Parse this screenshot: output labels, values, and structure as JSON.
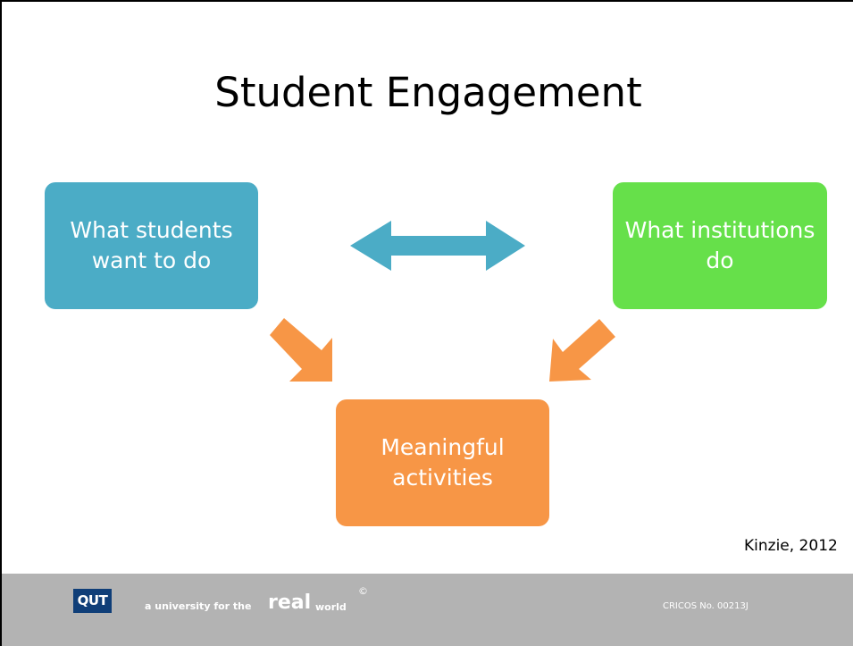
{
  "slide": {
    "title": "Student Engagement"
  },
  "diagram": {
    "nodes": {
      "students": "What students want to do",
      "institutions": "What institutions do",
      "meaningful": "Meaningful activities"
    },
    "colors": {
      "students": "#4bacc6",
      "institutions": "#66e04a",
      "meaningful": "#f79646",
      "double_arrow": "#4bacc6",
      "down_arrows": "#f79646"
    },
    "citation": "Kinzie, 2012"
  },
  "footer": {
    "logo": "QUT",
    "tagline_prefix": "a university for the",
    "tagline_real": "real",
    "tagline_world": "world",
    "copyright_mark": "©",
    "cricos": "CRICOS No. 00213J",
    "background": "#b3b3b3"
  }
}
